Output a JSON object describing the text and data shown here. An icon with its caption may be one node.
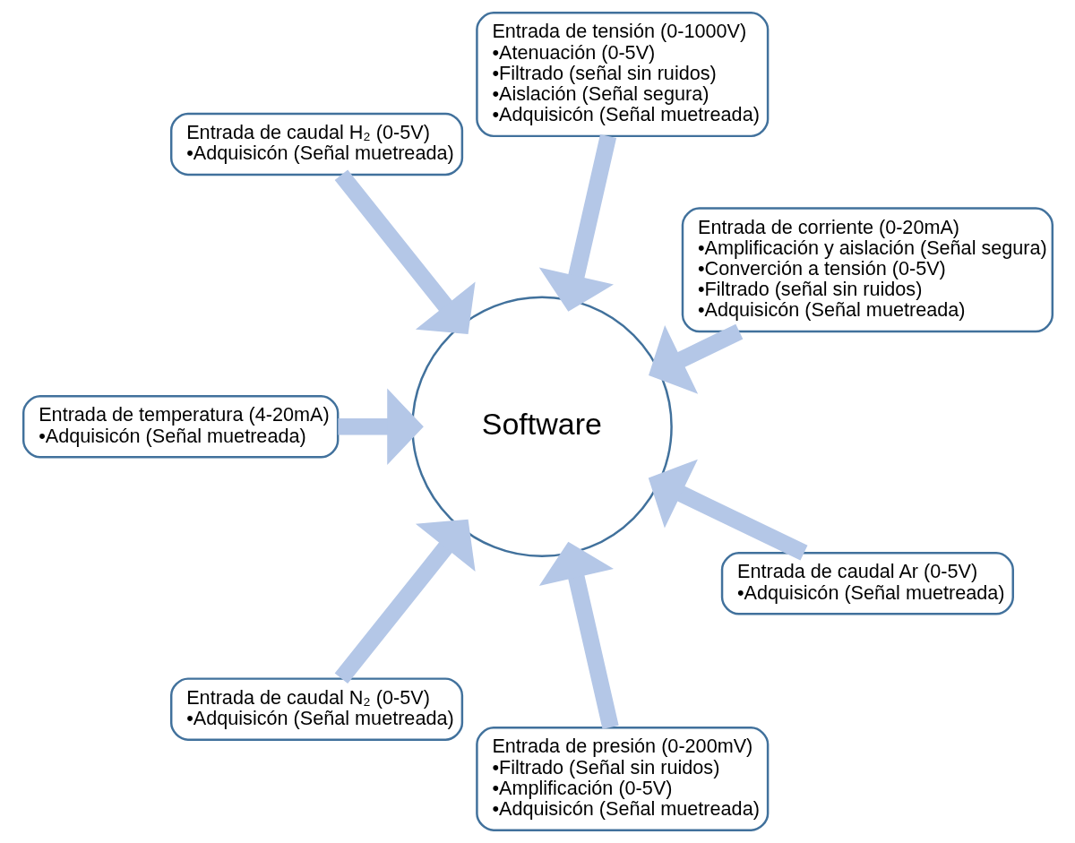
{
  "diagram": {
    "nodes": [
      {
        "text": [
          "Entrada de corriente (0-20mA)",
          "•Amplificación y aislación (Señal segura)",
          "•Converción a tensión (0-5V)",
          "•Filtrado (señal sin ruidos)",
          "•Adquisicón (Señal muetreada)"
        ]
      },
      {
        "text": [
          "Entrada de tensión (0-1000V)",
          "•Atenuación (0-5V)",
          "•Filtrado (señal sin ruidos)",
          "•Aislación (Señal segura)",
          "•Adquisicón (Señal muetreada)"
        ]
      },
      {
        "text": [
          "Entrada de caudal H₂ (0-5V)",
          "•Adquisicón (Señal muetreada)"
        ]
      },
      {
        "text": [
          "Entrada de temperatura (4-20mA)",
          "•Adquisicón (Señal muetreada)"
        ]
      },
      {
        "text": [
          "Software"
        ]
      },
      {
        "text": [
          "Entrada de caudal N₂ (0-5V)",
          "•Adquisicón (Señal muetreada)"
        ]
      },
      {
        "text": [
          "Entrada de presión (0-200mV)",
          "•Filtrado (Señal sin ruidos)",
          "•Amplificación (0-5V)",
          "•Adquisicón (Señal muetreada)"
        ]
      },
      {
        "text": [
          "Entrada de caudal Ar (0-5V)",
          "•Adquisicón (Señal muetreada)"
        ]
      }
    ],
    "edges": [
      {
        "from": 0,
        "to": 4,
        "arrow": "to"
      },
      {
        "from": 1,
        "to": 4,
        "arrow": "to"
      },
      {
        "from": 2,
        "to": 4,
        "arrow": "to"
      },
      {
        "from": 3,
        "to": 4,
        "arrow": "to"
      },
      {
        "from": 5,
        "to": 4,
        "arrow": "to"
      },
      {
        "from": 6,
        "to": 4,
        "arrow": "to"
      },
      {
        "from": 7,
        "to": 4,
        "arrow": "to"
      }
    ]
  }
}
